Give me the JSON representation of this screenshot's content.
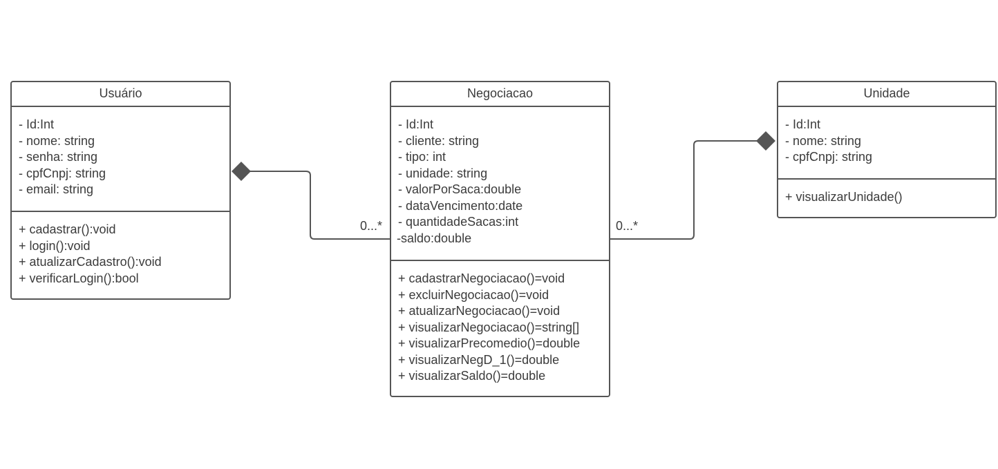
{
  "classes": {
    "usuario": {
      "name": "Usuário",
      "attributes": [
        "- Id:Int",
        "- nome: string",
        "- senha: string",
        "- cpfCnpj: string",
        "- email: string"
      ],
      "methods": [
        "+ cadastrar():void",
        "+ login():void",
        "+ atualizarCadastro():void",
        "+ verificarLogin():bool"
      ]
    },
    "negociacao": {
      "name": "Negociacao",
      "attributes": [
        "- Id:Int",
        "- cliente: string",
        "- tipo: int",
        "- unidade: string",
        "- valorPorSaca:double",
        "- dataVencimento:date",
        "- quantidadeSacas:int",
        "-saldo:double"
      ],
      "methods": [
        "+ cadastrarNegociacao()=void",
        "+ excluirNegociacao()=void",
        "+ atualizarNegociacao()=void",
        "+ visualizarNegociacao()=string[]",
        "+ visualizarPrecomedio()=double",
        "+ visualizarNegD_1()=double",
        "+ visualizarSaldo()=double"
      ]
    },
    "unidade": {
      "name": "Unidade",
      "attributes": [
        "- Id:Int",
        "- nome: string",
        "- cpfCnpj: string"
      ],
      "methods": [
        "+ visualizarUnidade()"
      ]
    }
  },
  "associations": [
    {
      "from": "Usuário",
      "to": "Negociacao",
      "kind": "composition",
      "multiplicity": "0...*"
    },
    {
      "from": "Unidade",
      "to": "Negociacao",
      "kind": "composition",
      "multiplicity": "0...*"
    }
  ],
  "colors": {
    "line": "#555555",
    "text": "#3b3b3b",
    "background": "#ffffff"
  }
}
